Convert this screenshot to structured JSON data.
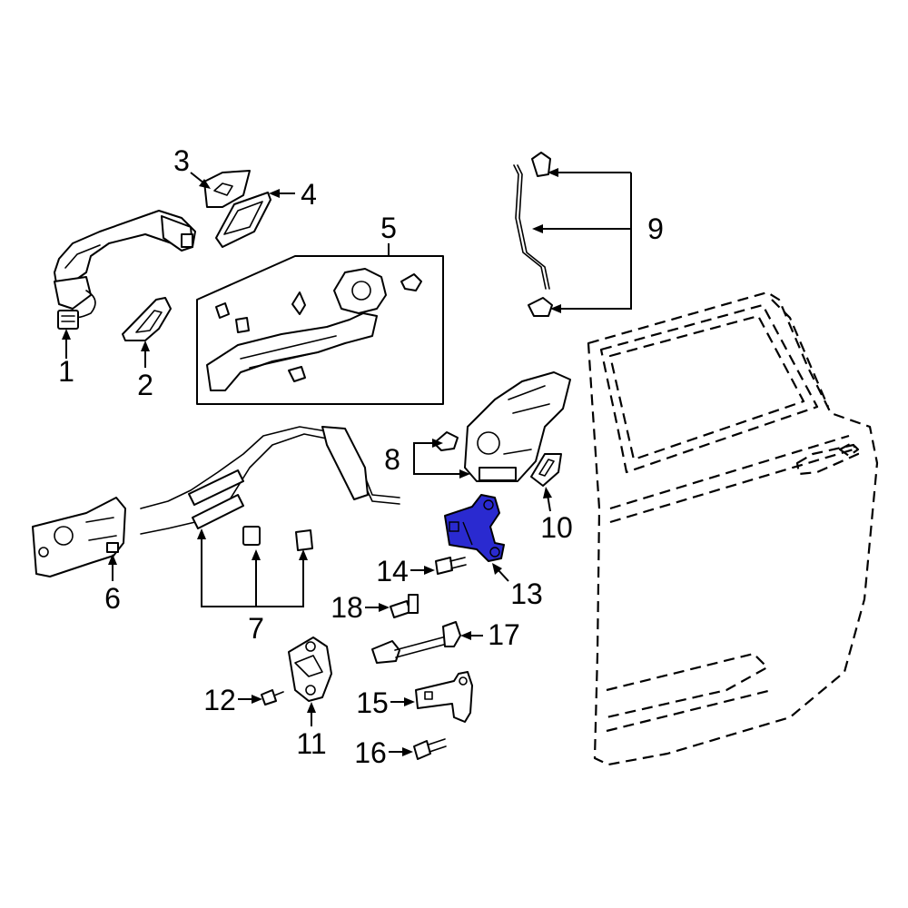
{
  "diagram": {
    "highlight_color": "#2a2ad0",
    "highlighted_part": "13",
    "callouts": [
      "1",
      "2",
      "3",
      "4",
      "5",
      "6",
      "7",
      "8",
      "9",
      "10",
      "11",
      "12",
      "13",
      "14",
      "15",
      "16",
      "17",
      "18"
    ]
  }
}
